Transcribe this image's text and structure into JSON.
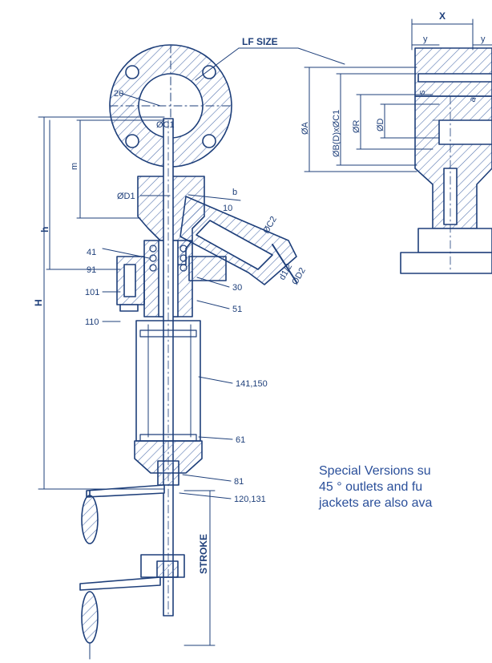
{
  "drawing": {
    "callouts": {
      "lf_size": "LF SIZE",
      "item_20": "20",
      "item_10": "10",
      "item_41": "41",
      "item_91": "91",
      "item_101": "101",
      "item_110": "110",
      "item_30": "30",
      "item_51": "51",
      "item_141_150": "141,150",
      "item_61": "61",
      "item_81": "81",
      "item_120_131": "120,131"
    },
    "dimensions": {
      "X": "X",
      "y_left": "y",
      "y_right": "y",
      "phiA": "ØA",
      "phiB": "ØB(D)xØC1",
      "phiR": "ØR",
      "phiD": "ØD",
      "s": "s",
      "a": "a",
      "phiC1": "ØC1",
      "phiD1": "ØD1",
      "b": "b",
      "phiC2": "ØC2",
      "d1d2": "d1/2",
      "phiD2": "ØD2",
      "m": "m",
      "h": "h",
      "H": "H",
      "stroke": "STROKE"
    }
  },
  "note": {
    "line1": "Special Versions su",
    "line2": "45 ° outlets and fu",
    "line3": "jackets are also ava"
  },
  "colors": {
    "ink": "#1e3f7a",
    "hatch": "#5a78b0",
    "text": "#2a4f9a"
  }
}
